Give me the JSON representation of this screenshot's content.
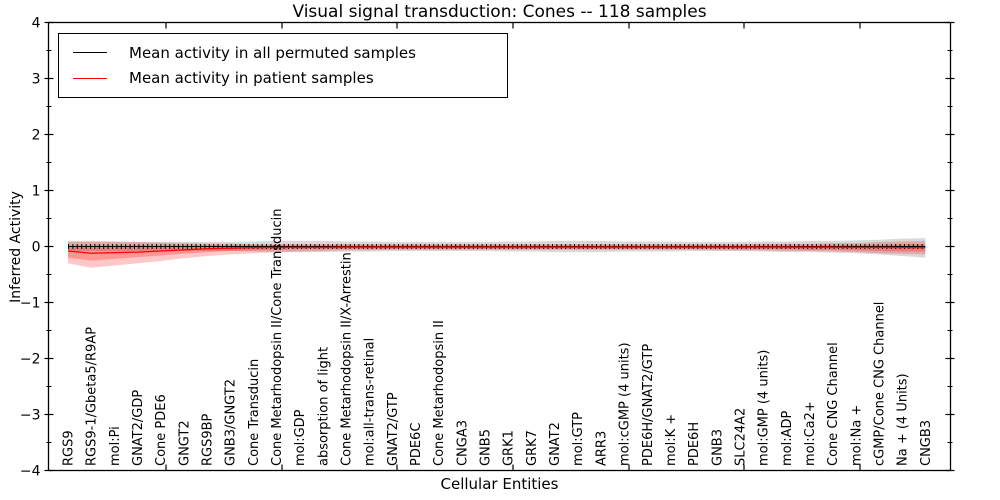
{
  "title": "Visual signal transduction: Cones -- 118 samples",
  "axes": {
    "xlabel": "Cellular Entities",
    "ylabel": "Inferred Activity",
    "ylim": [
      -4,
      4
    ],
    "yticks": [
      4,
      3,
      2,
      1,
      0,
      -1,
      -2,
      -3,
      -4
    ],
    "grid": false
  },
  "legend": {
    "position": "upper-left",
    "items": [
      {
        "label": "Mean activity in all permuted samples",
        "color": "#000000"
      },
      {
        "label": "Mean activity in patient samples",
        "color": "#ff0000"
      }
    ]
  },
  "chart_data": {
    "type": "line",
    "title": "Visual signal transduction: Cones -- 118 samples",
    "xlabel": "Cellular Entities",
    "ylabel": "Inferred Activity",
    "ylim": [
      -4,
      4
    ],
    "legend_position": "upper-left",
    "categories": [
      "RGS9",
      "RGS9-1/Gbeta5/R9AP",
      "mol:Pi",
      "GNAT2/GDP",
      "Cone PDE6",
      "GNGT2",
      "RGS9BP",
      "GNB3/GNGT2",
      "Cone Transducin",
      "Cone Metarhodopsin II/Cone Transducin",
      "mol:GDP",
      "absorption of light",
      "Cone Metarhodopsin II/X-Arrestin",
      "mol:all-trans-retinal",
      "GNAT2/GTP",
      "PDE6C",
      "Cone Metarhodopsin II",
      "CNGA3",
      "GNB5",
      "GRK1",
      "GRK7",
      "GNAT2",
      "mol:GTP",
      "ARR3",
      "mol:cGMP (4 units)",
      "PDE6H/GNAT2/GTP",
      "mol:K +",
      "PDE6H",
      "GNB3",
      "SLC24A2",
      "mol:GMP (4 units)",
      "mol:ADP",
      "mol:Ca2+",
      "Cone CNG Channel",
      "mol:Na +",
      "cGMP/Cone CNG Channel",
      "Na + (4 Units)",
      "CNGB3"
    ],
    "series": [
      {
        "name": "Mean activity in all permuted samples",
        "color": "#000000",
        "band_color": "rgba(130,130,130,0.30)",
        "values": [
          0,
          0,
          0,
          0,
          0,
          0,
          0,
          0,
          0,
          0,
          0,
          0,
          0,
          0,
          0,
          0,
          0,
          0,
          0,
          0,
          0,
          0,
          0,
          0,
          0,
          0,
          0,
          0,
          0,
          0,
          0,
          0,
          0,
          0,
          0,
          0,
          0,
          0
        ],
        "band_hi": [
          0.08,
          0.08,
          0.08,
          0.08,
          0.08,
          0.08,
          0.08,
          0.08,
          0.09,
          0.1,
          0.1,
          0.1,
          0.09,
          0.09,
          0.08,
          0.08,
          0.08,
          0.08,
          0.08,
          0.09,
          0.09,
          0.1,
          0.1,
          0.1,
          0.09,
          0.09,
          0.09,
          0.08,
          0.08,
          0.08,
          0.09,
          0.09,
          0.1,
          0.1,
          0.11,
          0.12,
          0.14,
          0.15
        ],
        "band_lo": [
          -0.08,
          -0.08,
          -0.08,
          -0.08,
          -0.08,
          -0.08,
          -0.08,
          -0.08,
          -0.09,
          -0.1,
          -0.1,
          -0.1,
          -0.09,
          -0.09,
          -0.08,
          -0.08,
          -0.08,
          -0.08,
          -0.08,
          -0.09,
          -0.09,
          -0.1,
          -0.1,
          -0.1,
          -0.09,
          -0.09,
          -0.09,
          -0.08,
          -0.08,
          -0.08,
          -0.09,
          -0.1,
          -0.1,
          -0.11,
          -0.12,
          -0.14,
          -0.17,
          -0.2
        ]
      },
      {
        "name": "Mean activity in patient samples",
        "color": "#ff0000",
        "band_color": "rgba(255,0,0,0.22)",
        "inner_band_color": "rgba(255,0,0,0.25)",
        "values": [
          -0.08,
          -0.12,
          -0.11,
          -0.1,
          -0.08,
          -0.06,
          -0.04,
          -0.03,
          -0.02,
          -0.015,
          -0.015,
          -0.015,
          -0.01,
          -0.01,
          -0.01,
          -0.01,
          -0.01,
          -0.01,
          -0.01,
          -0.01,
          -0.01,
          -0.01,
          -0.01,
          -0.01,
          -0.01,
          -0.01,
          -0.01,
          -0.01,
          -0.01,
          -0.01,
          -0.01,
          -0.01,
          -0.012,
          -0.012,
          -0.015,
          -0.015,
          -0.02,
          -0.02
        ],
        "band_hi": [
          0.1,
          0.1,
          0.09,
          0.08,
          0.07,
          0.06,
          0.05,
          0.05,
          0.04,
          0.04,
          0.04,
          0.04,
          0.04,
          0.04,
          0.04,
          0.04,
          0.04,
          0.04,
          0.04,
          0.04,
          0.04,
          0.04,
          0.04,
          0.04,
          0.04,
          0.04,
          0.04,
          0.04,
          0.04,
          0.04,
          0.05,
          0.05,
          0.05,
          0.06,
          0.06,
          0.08,
          0.09,
          0.1
        ],
        "band_lo": [
          -0.3,
          -0.38,
          -0.34,
          -0.3,
          -0.26,
          -0.21,
          -0.17,
          -0.14,
          -0.12,
          -0.1,
          -0.09,
          -0.08,
          -0.07,
          -0.07,
          -0.06,
          -0.06,
          -0.06,
          -0.06,
          -0.06,
          -0.06,
          -0.06,
          -0.06,
          -0.06,
          -0.06,
          -0.06,
          -0.06,
          -0.06,
          -0.06,
          -0.07,
          -0.07,
          -0.07,
          -0.08,
          -0.08,
          -0.09,
          -0.1,
          -0.12,
          -0.13,
          -0.14
        ],
        "inner_hi": [
          0.02,
          0.02,
          0.02,
          0.02,
          0.02,
          0.02,
          0.02,
          0.02,
          0.02,
          0.02,
          0.02,
          0.02,
          0.02,
          0.02,
          0.02,
          0.02,
          0.02,
          0.02,
          0.02,
          0.02,
          0.02,
          0.02,
          0.02,
          0.02,
          0.02,
          0.02,
          0.02,
          0.02,
          0.02,
          0.02,
          0.02,
          0.02,
          0.02,
          0.02,
          0.03,
          0.03,
          0.04,
          0.04
        ],
        "inner_lo": [
          -0.2,
          -0.25,
          -0.22,
          -0.19,
          -0.16,
          -0.13,
          -0.1,
          -0.08,
          -0.07,
          -0.06,
          -0.05,
          -0.05,
          -0.04,
          -0.04,
          -0.04,
          -0.04,
          -0.04,
          -0.04,
          -0.04,
          -0.04,
          -0.04,
          -0.04,
          -0.04,
          -0.04,
          -0.04,
          -0.04,
          -0.04,
          -0.04,
          -0.04,
          -0.05,
          -0.05,
          -0.05,
          -0.06,
          -0.06,
          -0.07,
          -0.08,
          -0.09,
          -0.09
        ]
      }
    ]
  }
}
